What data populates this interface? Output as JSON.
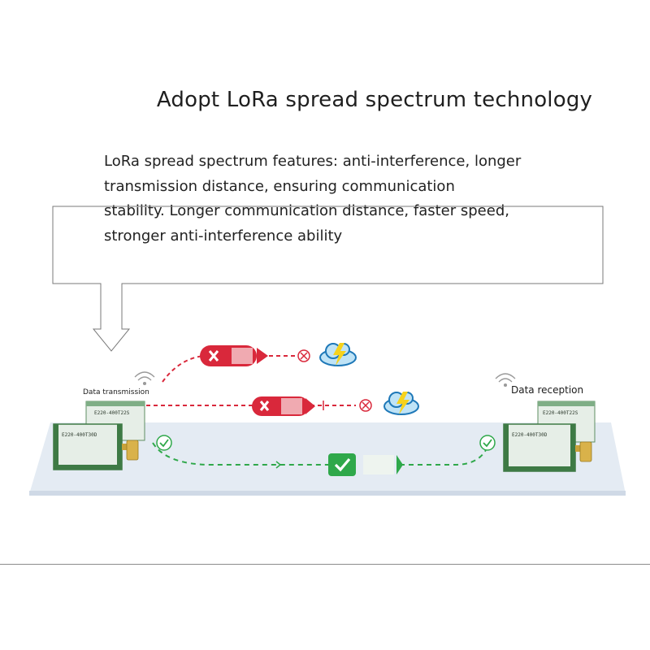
{
  "heading": "Adopt LoRa spread spectrum technology",
  "description_lines": [
    "LoRa spread spectrum features: anti-interference, longer",
    " transmission distance, ensuring communication",
    "stability. Longer communication distance, faster speed,",
    "stronger anti-interference ability"
  ],
  "labels": {
    "transmit": "Data transmission",
    "receive": "Data reception"
  },
  "modules": {
    "left_small": "E220-400T22S",
    "left_large": "E220-400T30D",
    "right_small": "E220-400T22S",
    "right_large": "E220-400T30D"
  },
  "colors": {
    "fail": "#d9283b",
    "success": "#2fa84a",
    "board": "#dfe9e2",
    "board_edge": "#5f8f63",
    "platform": "#dfe7f1"
  },
  "icons": [
    "wifi-icon",
    "cross-badge-icon",
    "check-badge-icon",
    "cloud-lightning-icon",
    "circle-x-icon",
    "circle-check-icon",
    "antenna-icon",
    "down-arrow-icon"
  ]
}
